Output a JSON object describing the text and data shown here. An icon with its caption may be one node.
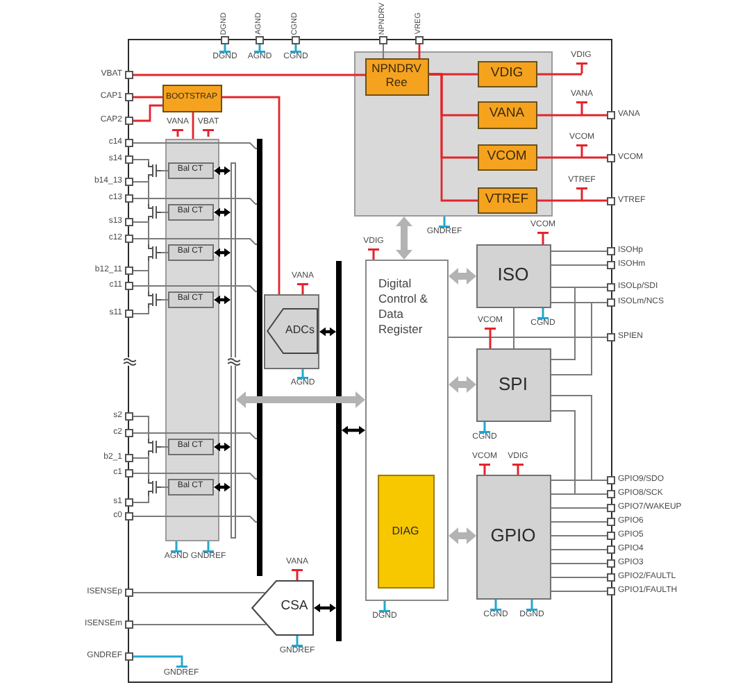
{
  "diagram": {
    "nodes": [
      {
        "text": [],
        "shape": "box"
      },
      {
        "text": [],
        "shape": "box",
        "beside": [
          "DGND"
        ]
      },
      {
        "text": [],
        "shape": "box",
        "beside": [
          "AGND"
        ]
      },
      {
        "text": [],
        "shape": "box",
        "beside": [
          "CGND"
        ]
      },
      {
        "text": [],
        "shape": "box",
        "beside": [
          "NPNDRV"
        ]
      },
      {
        "text": [],
        "shape": "box",
        "beside": [
          "VREG"
        ]
      },
      {
        "text": [],
        "shape": "box",
        "in": 0
      },
      {
        "text": [
          "NPNDRV Ree"
        ],
        "in": 6
      },
      {
        "text": [
          "VDIG"
        ],
        "in": 6
      },
      {
        "text": [
          "VANA"
        ],
        "in": 6
      },
      {
        "text": [
          "VCOM"
        ],
        "in": 6
      },
      {
        "text": [
          "VTREF"
        ],
        "in": 6
      },
      {
        "text": [],
        "shape": "box",
        "beside": [
          "VBAT"
        ]
      },
      {
        "text": [],
        "shape": "box",
        "beside": [
          "CAP1"
        ]
      },
      {
        "text": [],
        "shape": "box",
        "beside": [
          "CAP2"
        ]
      },
      {
        "text": [
          "BOOTSTRAP"
        ],
        "in": 0
      },
      {
        "text": [],
        "shape": "box",
        "beside": [
          "c14"
        ]
      },
      {
        "text": [],
        "shape": "box",
        "beside": [
          "s14"
        ]
      },
      {
        "text": [],
        "shape": "box",
        "beside": [
          "b14_13"
        ]
      },
      {
        "text": [],
        "shape": "box",
        "beside": [
          "c13"
        ]
      },
      {
        "text": [],
        "shape": "box",
        "beside": [
          "s13"
        ]
      },
      {
        "text": [],
        "shape": "box",
        "beside": [
          "c12"
        ]
      },
      {
        "text": [],
        "shape": "box",
        "beside": [
          "b12_11"
        ]
      },
      {
        "text": [],
        "shape": "box",
        "beside": [
          "c11"
        ]
      },
      {
        "text": [],
        "shape": "box",
        "beside": [
          "s11"
        ]
      },
      {
        "text": [],
        "shape": "box",
        "beside": [
          "s2"
        ]
      },
      {
        "text": [],
        "shape": "box",
        "beside": [
          "c2"
        ]
      },
      {
        "text": [],
        "shape": "box",
        "beside": [
          "b2_1"
        ]
      },
      {
        "text": [],
        "shape": "box",
        "beside": [
          "c1"
        ]
      },
      {
        "text": [],
        "shape": "box",
        "beside": [
          "s1"
        ]
      },
      {
        "text": [],
        "shape": "box",
        "beside": [
          "c0"
        ]
      },
      {
        "text": [],
        "shape": "box",
        "beside": [
          "ISENSEp"
        ]
      },
      {
        "text": [],
        "shape": "box",
        "beside": [
          "ISENSEm"
        ]
      },
      {
        "text": [],
        "shape": "box",
        "beside": [
          "GNDREF"
        ]
      },
      {
        "text": [],
        "shape": "box",
        "in": 0
      },
      {
        "text": [
          "Bal CT"
        ],
        "in": 34
      },
      {
        "text": [
          "Bal CT"
        ],
        "in": 34
      },
      {
        "text": [
          "Bal CT"
        ],
        "in": 34
      },
      {
        "text": [
          "Bal CT"
        ],
        "in": 34
      },
      {
        "text": [
          "Bal CT"
        ],
        "in": 34
      },
      {
        "text": [
          "Bal CT"
        ],
        "in": 34
      },
      {
        "text": [],
        "shape": "transistor",
        "in": 0
      },
      {
        "text": [],
        "shape": "transistor",
        "in": 0
      },
      {
        "text": [],
        "shape": "transistor",
        "in": 0
      },
      {
        "text": [],
        "shape": "transistor",
        "in": 0
      },
      {
        "text": [],
        "shape": "transistor",
        "in": 0
      },
      {
        "text": [],
        "shape": "transistor",
        "in": 0
      },
      {
        "text": [],
        "shape": "bar",
        "in": 0
      },
      {
        "text": [],
        "shape": "bar",
        "in": 0
      },
      {
        "text": [],
        "shape": "box",
        "in": 0
      },
      {
        "text": [
          "ADCs"
        ],
        "in": 49
      },
      {
        "text": [],
        "shape": "bar",
        "in": 0
      },
      {
        "text": [
          "CSA"
        ],
        "in": 0
      },
      {
        "text": [
          "Digital Control & Data Register"
        ],
        "in": 0
      },
      {
        "text": [
          "DIAG"
        ],
        "in": 53
      },
      {
        "text": [
          "ISO"
        ],
        "in": 0
      },
      {
        "text": [
          "SPI"
        ],
        "in": 0
      },
      {
        "text": [
          "GPIO"
        ],
        "in": 0
      },
      {
        "text": [],
        "shape": "box",
        "beside": [
          "VANA"
        ]
      },
      {
        "text": [],
        "shape": "box",
        "beside": [
          "VCOM"
        ]
      },
      {
        "text": [],
        "shape": "box",
        "beside": [
          "VTREF"
        ]
      },
      {
        "text": [],
        "shape": "box",
        "beside": [
          "ISOHp"
        ]
      },
      {
        "text": [],
        "shape": "box",
        "beside": [
          "ISOHm"
        ]
      },
      {
        "text": [],
        "shape": "box",
        "beside": [
          "ISOLp/SDI"
        ]
      },
      {
        "text": [],
        "shape": "box",
        "beside": [
          "ISOLm/NCS"
        ]
      },
      {
        "text": [],
        "shape": "box",
        "beside": [
          "SPIEN"
        ]
      },
      {
        "text": [],
        "shape": "box",
        "beside": [
          "GPIO9/SDO"
        ]
      },
      {
        "text": [],
        "shape": "box",
        "beside": [
          "GPIO8/SCK"
        ]
      },
      {
        "text": [],
        "shape": "box",
        "beside": [
          "GPIO7/WAKEUP"
        ]
      },
      {
        "text": [],
        "shape": "box",
        "beside": [
          "GPIO6"
        ]
      },
      {
        "text": [],
        "shape": "box",
        "beside": [
          "GPIO5"
        ]
      },
      {
        "text": [],
        "shape": "box",
        "beside": [
          "GPIO4"
        ]
      },
      {
        "text": [],
        "shape": "box",
        "beside": [
          "GPIO3"
        ]
      },
      {
        "text": [],
        "shape": "box",
        "beside": [
          "GPIO2/FAULTL"
        ]
      },
      {
        "text": [],
        "shape": "box",
        "beside": [
          "GPIO1/FAULTH"
        ]
      },
      {
        "text": [
          "VDIG"
        ],
        "in": 0
      },
      {
        "text": [
          "GNDREF"
        ],
        "in": 0
      }
    ],
    "edges": [
      {
        "from": 12,
        "to": 7,
        "arrow": "none",
        "color": "#e3242b"
      },
      {
        "from": 4,
        "to": 7,
        "arrow": "none"
      },
      {
        "from": 5,
        "to": 7,
        "arrow": "none",
        "color": "#e3242b"
      },
      {
        "from": 7,
        "to": 8,
        "arrow": "none",
        "color": "#e3242b"
      },
      {
        "from": 7,
        "to": 9,
        "arrow": "none",
        "color": "#e3242b"
      },
      {
        "from": 7,
        "to": 10,
        "arrow": "none",
        "color": "#e3242b"
      },
      {
        "from": 7,
        "to": 11,
        "arrow": "none",
        "color": "#e3242b"
      },
      {
        "from": 8,
        "to": 75,
        "arrow": "none",
        "color": "#e3242b"
      },
      {
        "from": 9,
        "to": 58,
        "arrow": "none",
        "color": "#e3242b"
      },
      {
        "from": 10,
        "to": 59,
        "arrow": "none",
        "color": "#e3242b"
      },
      {
        "from": 11,
        "to": 60,
        "arrow": "none",
        "color": "#e3242b"
      },
      {
        "from": 13,
        "to": 15,
        "arrow": "none",
        "color": "#e3242b"
      },
      {
        "from": 14,
        "to": 15,
        "arrow": "none",
        "color": "#e3242b"
      },
      {
        "from": 15,
        "to": 49,
        "arrow": "none",
        "color": "#e3242b"
      },
      {
        "from": 15,
        "to": 34,
        "arrow": "none",
        "color": "#e3242b"
      },
      {
        "from": 6,
        "to": 53,
        "arrow": "both",
        "style": "thick",
        "color": "#b3b3b3"
      },
      {
        "from": 33,
        "to": 76,
        "arrow": "none",
        "color": "#22a7cf"
      },
      {
        "from": 16,
        "to": 48,
        "arrow": "none"
      },
      {
        "from": 19,
        "to": 48,
        "arrow": "none"
      },
      {
        "from": 21,
        "to": 48,
        "arrow": "none"
      },
      {
        "from": 23,
        "to": 48,
        "arrow": "none"
      },
      {
        "from": 26,
        "to": 48,
        "arrow": "none"
      },
      {
        "from": 28,
        "to": 48,
        "arrow": "none"
      },
      {
        "from": 30,
        "to": 48,
        "arrow": "none"
      },
      {
        "from": 17,
        "to": 41,
        "arrow": "none"
      },
      {
        "from": 18,
        "to": 41,
        "arrow": "none"
      },
      {
        "from": 41,
        "to": 35,
        "arrow": "none"
      },
      {
        "from": 18,
        "to": 42,
        "arrow": "none"
      },
      {
        "from": 20,
        "to": 42,
        "arrow": "none"
      },
      {
        "from": 42,
        "to": 36,
        "arrow": "none"
      },
      {
        "from": 20,
        "to": 43,
        "arrow": "none"
      },
      {
        "from": 22,
        "to": 43,
        "arrow": "none"
      },
      {
        "from": 43,
        "to": 37,
        "arrow": "none"
      },
      {
        "from": 22,
        "to": 44,
        "arrow": "none"
      },
      {
        "from": 24,
        "to": 44,
        "arrow": "none"
      },
      {
        "from": 44,
        "to": 38,
        "arrow": "none"
      },
      {
        "from": 25,
        "to": 45,
        "arrow": "none"
      },
      {
        "from": 27,
        "to": 45,
        "arrow": "none"
      },
      {
        "from": 45,
        "to": 39,
        "arrow": "none"
      },
      {
        "from": 27,
        "to": 46,
        "arrow": "none"
      },
      {
        "from": 29,
        "to": 46,
        "arrow": "none"
      },
      {
        "from": 46,
        "to": 40,
        "arrow": "none"
      },
      {
        "from": 35,
        "to": 47,
        "arrow": "both",
        "color": "#000000"
      },
      {
        "from": 36,
        "to": 47,
        "arrow": "both",
        "color": "#000000"
      },
      {
        "from": 37,
        "to": 47,
        "arrow": "both",
        "color": "#000000"
      },
      {
        "from": 38,
        "to": 47,
        "arrow": "both",
        "color": "#000000"
      },
      {
        "from": 39,
        "to": 47,
        "arrow": "both",
        "color": "#000000"
      },
      {
        "from": 40,
        "to": 47,
        "arrow": "both",
        "color": "#000000"
      },
      {
        "from": 47,
        "to": 53,
        "arrow": "both",
        "style": "thick",
        "color": "#b3b3b3"
      },
      {
        "from": 49,
        "to": 51,
        "arrow": "both",
        "color": "#000000"
      },
      {
        "from": 51,
        "to": 53,
        "arrow": "both",
        "color": "#000000"
      },
      {
        "from": 31,
        "to": 52,
        "arrow": "none"
      },
      {
        "from": 32,
        "to": 52,
        "arrow": "none"
      },
      {
        "from": 52,
        "to": 51,
        "arrow": "both",
        "color": "#000000"
      },
      {
        "from": 53,
        "to": 55,
        "arrow": "both",
        "style": "thick",
        "color": "#b3b3b3"
      },
      {
        "from": 53,
        "to": 56,
        "arrow": "both",
        "style": "thick",
        "color": "#b3b3b3"
      },
      {
        "from": 53,
        "to": 57,
        "arrow": "both",
        "style": "thick",
        "color": "#b3b3b3"
      },
      {
        "from": 53,
        "to": 65,
        "arrow": "none"
      },
      {
        "from": 55,
        "to": 61,
        "arrow": "none"
      },
      {
        "from": 55,
        "to": 62,
        "arrow": "none"
      },
      {
        "from": 55,
        "to": 63,
        "arrow": "none"
      },
      {
        "from": 55,
        "to": 64,
        "arrow": "none"
      },
      {
        "from": 55,
        "to": 56,
        "arrow": "none"
      },
      {
        "from": 56,
        "to": 63,
        "arrow": "none"
      },
      {
        "from": 56,
        "to": 64,
        "arrow": "none"
      },
      {
        "from": 56,
        "to": 66,
        "arrow": "none"
      },
      {
        "from": 56,
        "to": 67,
        "arrow": "none"
      },
      {
        "from": 57,
        "to": 66,
        "arrow": "none"
      },
      {
        "from": 57,
        "to": 67,
        "arrow": "none"
      },
      {
        "from": 57,
        "to": 68,
        "arrow": "none"
      },
      {
        "from": 57,
        "to": 69,
        "arrow": "none"
      },
      {
        "from": 57,
        "to": 70,
        "arrow": "none"
      },
      {
        "from": 57,
        "to": 71,
        "arrow": "none"
      },
      {
        "from": 57,
        "to": 72,
        "arrow": "none"
      },
      {
        "from": 57,
        "to": 73,
        "arrow": "none"
      },
      {
        "from": 57,
        "to": 74,
        "arrow": "none"
      }
    ],
    "labels": [
      "DGND",
      "AGND",
      "CGND",
      "VANA",
      "VANA",
      "VBAT",
      "VCOM",
      "VTREF",
      "VCOM",
      "GNDREF",
      "VDIG",
      "VANA",
      "VCOM",
      "CGND",
      "AGND",
      "CGND",
      "VCOM",
      "VDIG",
      "AGND",
      "GNDREF",
      "VANA",
      "DGND",
      "CGND",
      "DGND",
      "GNDREF"
    ]
  }
}
